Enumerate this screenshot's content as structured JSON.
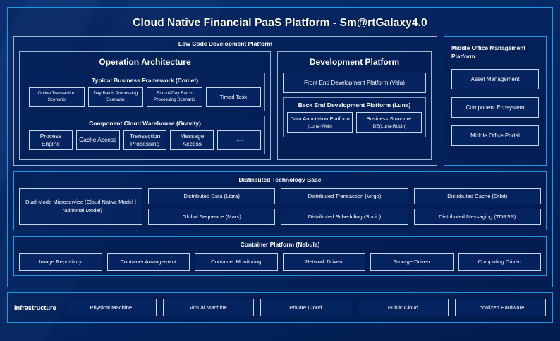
{
  "page_title": "Cloud Native Financial PaaS Platform - Sm@rtGalaxy4.0",
  "colors": {
    "background": "#04235c",
    "panel_border": "#1c9ae6",
    "box_border": "#c8d6ea",
    "text": "#ffffff"
  },
  "low_code": {
    "title": "Low Code Development Platform",
    "operation_architecture": {
      "title": "Operation Architecture",
      "groups": [
        {
          "title": "Typical Business Framework (Comet)",
          "items": [
            "Online Transaction Scenario",
            "Day Batch Processing Scenario",
            "End-of-Day Batch Processing Scenario",
            "Timed Task"
          ]
        },
        {
          "title": "Component Cloud Warehouse (Gravity)",
          "items": [
            "Process Engine",
            "Cache Access",
            "Transaction Processing",
            "Message Access",
            "......"
          ]
        }
      ]
    },
    "development_platform": {
      "title": "Development Platform",
      "front_end": "Front End Development Platform (Vela)",
      "back_end": {
        "title": "Back End Development Platform (Luna)",
        "items": [
          {
            "main": "Data Annotation Platform",
            "sub": "(Luna-Web)"
          },
          {
            "main": "Business Structure",
            "sub": "IDE(Luna-Robin)"
          }
        ]
      }
    }
  },
  "middle_office": {
    "title": "Middle Office Management Platform",
    "items": [
      "Asset Management",
      "Component Ecosystem",
      "Middle Office Portal"
    ]
  },
  "distributed_technology_base": {
    "title": "Distributed Technology Base",
    "dual_mode": "Dual-Mode Microservice (Cloud Native Model | Traditional Model)",
    "columns": [
      [
        "Distributed Data (Libra)",
        "Global Sequence (Mars)"
      ],
      [
        "Distributed Transaction (Virgo)",
        "Distributed Scheduling (Sonic)"
      ],
      [
        "Distributed Cache (Orbit)",
        "Distributed Messaging (TDRSS)"
      ]
    ]
  },
  "container_platform": {
    "title": "Container Platform (Nebula)",
    "items": [
      "Image Repository",
      "Container Arrangement",
      "Container Monitoring",
      "Network Driven",
      "Storage Driven",
      "Computing Driven"
    ]
  },
  "infrastructure": {
    "label": "Infrastructure",
    "items": [
      "Physical Machine",
      "Virtual Machine",
      "Private Cloud",
      "Public Cloud",
      "Localized Hardware"
    ]
  }
}
